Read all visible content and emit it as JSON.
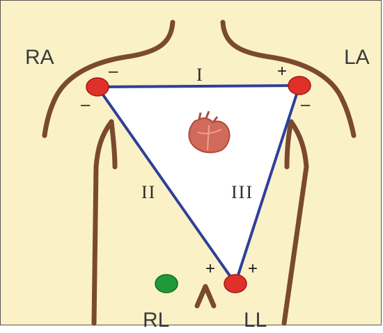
{
  "electrodes": {
    "ra": {
      "label": "RA"
    },
    "la": {
      "label": "LA"
    },
    "rl": {
      "label": "RL"
    },
    "ll": {
      "label": "LL"
    }
  },
  "leads": {
    "lead1": {
      "label": "I"
    },
    "lead2": {
      "label": "II"
    },
    "lead3": {
      "label": "III"
    }
  },
  "polarity": {
    "ra_lead1": "–",
    "ra_lead2": "–",
    "la_lead1": "+",
    "la_lead3": "–",
    "ll_lead2": "+",
    "ll_lead3": "+"
  },
  "colors": {
    "background": "#fbf1c7",
    "body_outline": "#7a4a30",
    "triangle_edge": "#2f3f9a",
    "electrode_active": "#e0302a",
    "electrode_ground": "#1f9a3a",
    "heart": "#d06a5a"
  },
  "icons": {
    "heart": "heart-icon"
  }
}
